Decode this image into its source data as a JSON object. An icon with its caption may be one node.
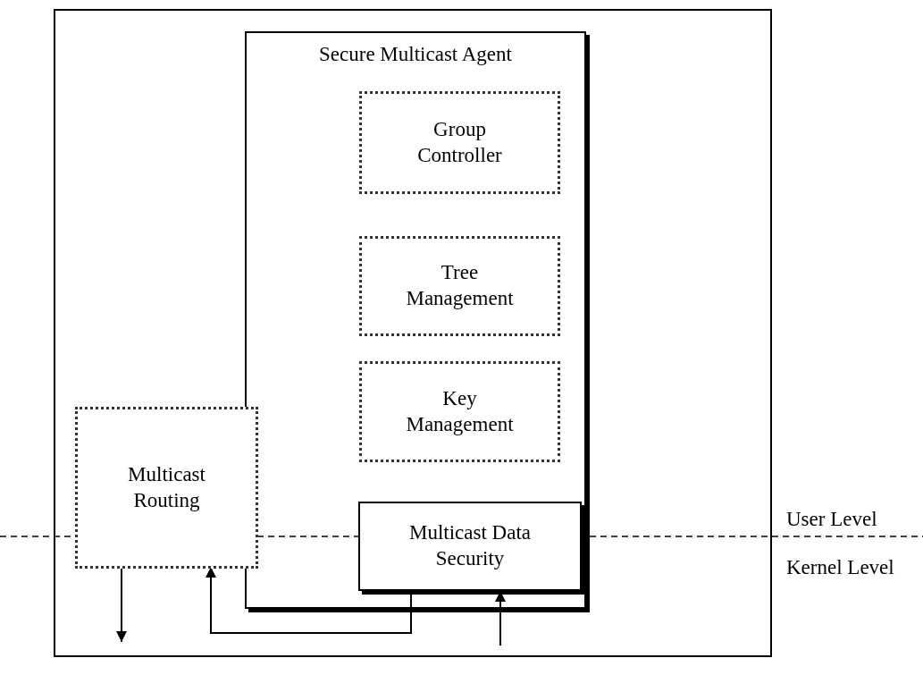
{
  "diagram": {
    "nodes": [
      {
        "text": [],
        "shape": "box"
      },
      {
        "text": [
          "Secure Multicast Agent"
        ],
        "in": 0
      },
      {
        "text": [
          "Group Controller"
        ],
        "in": 1
      },
      {
        "text": [
          "Tree Management"
        ],
        "in": 1
      },
      {
        "text": [
          "Key Management"
        ],
        "in": 1
      },
      {
        "text": [
          "Multicast Routing"
        ],
        "in": 0
      },
      {
        "text": [
          "Multicast Data Security"
        ],
        "in": 1
      }
    ],
    "edges": [
      {
        "from": 6,
        "to": 5,
        "arrow": "to"
      },
      {
        "from": 5,
        "to": null,
        "arrow": "to"
      },
      {
        "from": null,
        "to": 6,
        "arrow": "to"
      }
    ],
    "labels": [
      "User Level",
      "Kernel Level"
    ]
  }
}
